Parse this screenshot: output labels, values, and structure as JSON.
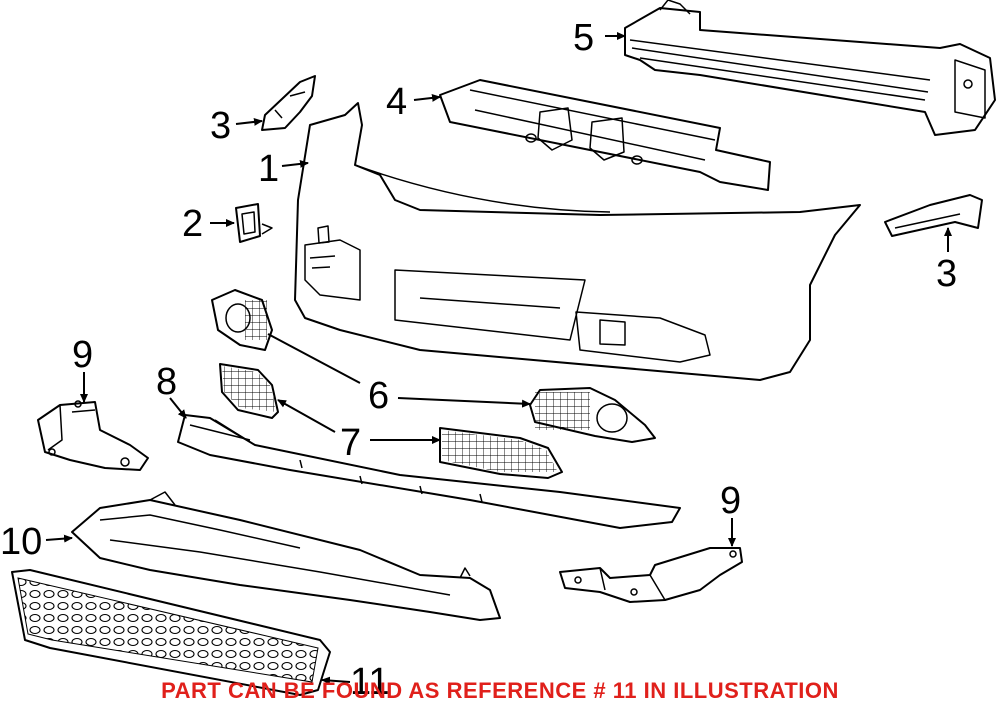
{
  "callouts": {
    "c1": "1",
    "c2": "2",
    "c3a": "3",
    "c3b": "3",
    "c4": "4",
    "c5": "5",
    "c6": "6",
    "c7": "7",
    "c8": "8",
    "c9a": "9",
    "c9b": "9",
    "c10": "10",
    "c11": "11"
  },
  "footer": {
    "note": "PART CAN BE FOUND AS REFERENCE # 11 IN ILLUSTRATION",
    "note_color": "#e0201b"
  },
  "colors": {
    "line": "#000000",
    "background": "#ffffff"
  }
}
